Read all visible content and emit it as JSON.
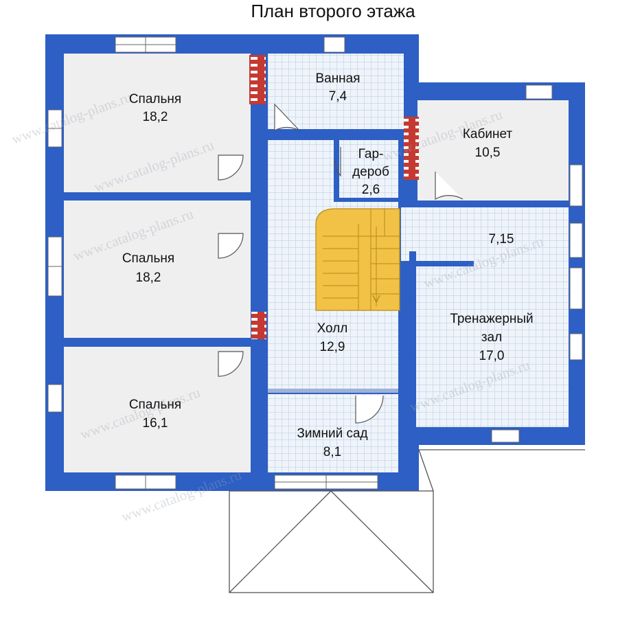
{
  "title": "План второго этажа",
  "rooms": [
    {
      "id": "bedroom-1",
      "name": "Спальня",
      "area": "18,2"
    },
    {
      "id": "bathroom",
      "name": "Ванная",
      "area": "7,4"
    },
    {
      "id": "study",
      "name": "Кабинет",
      "area": "10,5"
    },
    {
      "id": "wardrobe",
      "name_line1": "Гар-",
      "name_line2": "дероб",
      "area": "2,6"
    },
    {
      "id": "bedroom-2",
      "name": "Спальня",
      "area": "18,2"
    },
    {
      "id": "corridor",
      "area": "7,15"
    },
    {
      "id": "hall",
      "name": "Холл",
      "area": "12,9"
    },
    {
      "id": "gym",
      "name_line1": "Тренажерный",
      "name_line2": "зал",
      "area": "17,0"
    },
    {
      "id": "bedroom-3",
      "name": "Спальня",
      "area": "16,1"
    },
    {
      "id": "winter-garden",
      "name": "Зимний сад",
      "area": "8,1"
    }
  ],
  "watermark": "www.catalog-plans.ru",
  "colors": {
    "wall": "#2d5fc4",
    "floor_room": "#f0efef",
    "floor_tile": "#eef4fa",
    "tile_line": "#b7c8e0",
    "stair": "#f2c246",
    "chimney": "#c43a32"
  }
}
